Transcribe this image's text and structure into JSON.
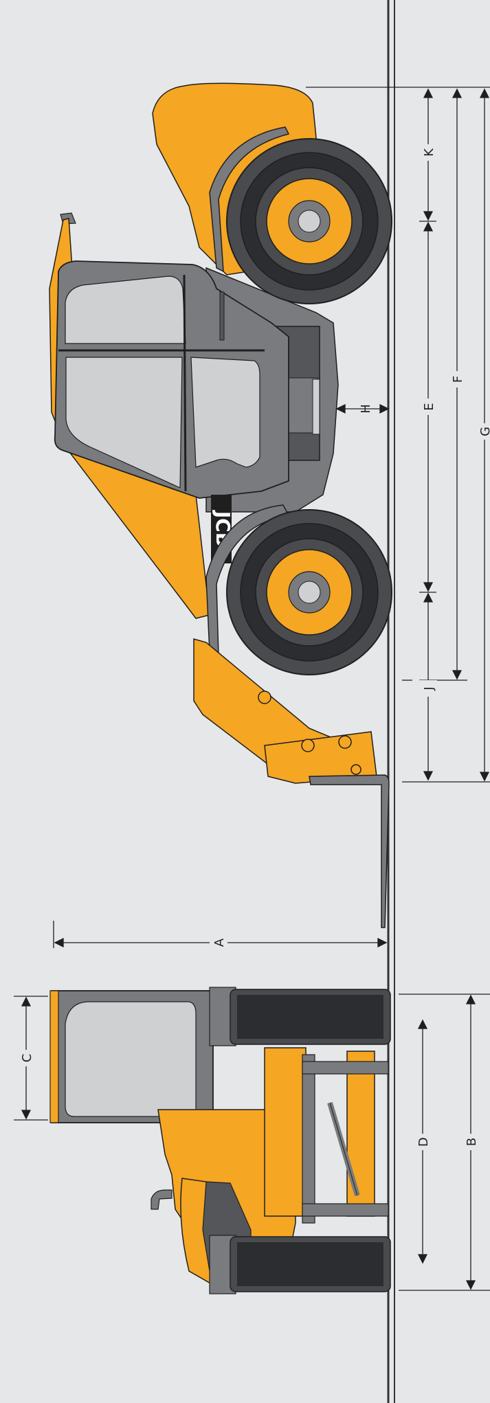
{
  "colors": {
    "background": "#e6e7e9",
    "body_yellow": "#f5a623",
    "body_yellow_dark": "#d98b10",
    "body_grey": "#7a7b7f",
    "body_grey_dark": "#55565a",
    "glass": "#cfd0d2",
    "tyre": "#4a4b4e",
    "tyre_dark": "#2c2d30",
    "line": "#1f1f1f"
  },
  "brand": {
    "logo_text": "JCB"
  },
  "dimensions": {
    "A": "A",
    "B": "B",
    "C": "C",
    "D": "D",
    "E": "E",
    "F": "F",
    "G": "G",
    "H": "H",
    "J": "J",
    "K": "K"
  }
}
